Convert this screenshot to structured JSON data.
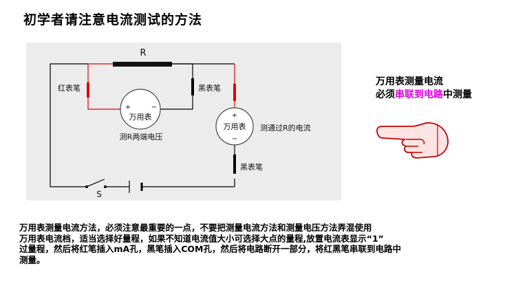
{
  "title": "初学者请注意电流测试的方法",
  "diagram": {
    "resistor_label": "R",
    "red_probe_label": "红表笔",
    "black_probe_label_top": "黑表笔",
    "black_probe_label_bottom": "黑表笔",
    "meter_left_label": "万用表",
    "meter_left_plus": "+",
    "meter_left_minus": "−",
    "meter_left_caption": "测R两端电压",
    "meter_right_label": "万用表",
    "meter_right_plus": "+",
    "meter_right_minus": "−",
    "meter_right_caption": "测通过R的电流",
    "switch_label": "S",
    "colors": {
      "red_lead": "#e00000",
      "black_lead": "#000000",
      "panel_bg": "#ececec"
    }
  },
  "side_note": {
    "line1": "万用表测量电流",
    "line2_prefix": "必须",
    "line2_highlight": "串联到电路",
    "line2_suffix": "中测量",
    "highlight_color": "#e000e0"
  },
  "pointer_icon": "pointing-hand-icon",
  "footer": {
    "text": "万用表测量电流方法，必须注意最重要的一点，不要把测量电流方法和测量电压方法弄混使用\n万用表电流档，适当选择好量程，如果不知道电流值大小可选择大点的量程,放置电流表显示“1”\n过量程，然后将红笔插入mA孔，黑笔插入COM孔，然后将电路断开一部分，将红黑笔串联到电路中\n测量。"
  }
}
